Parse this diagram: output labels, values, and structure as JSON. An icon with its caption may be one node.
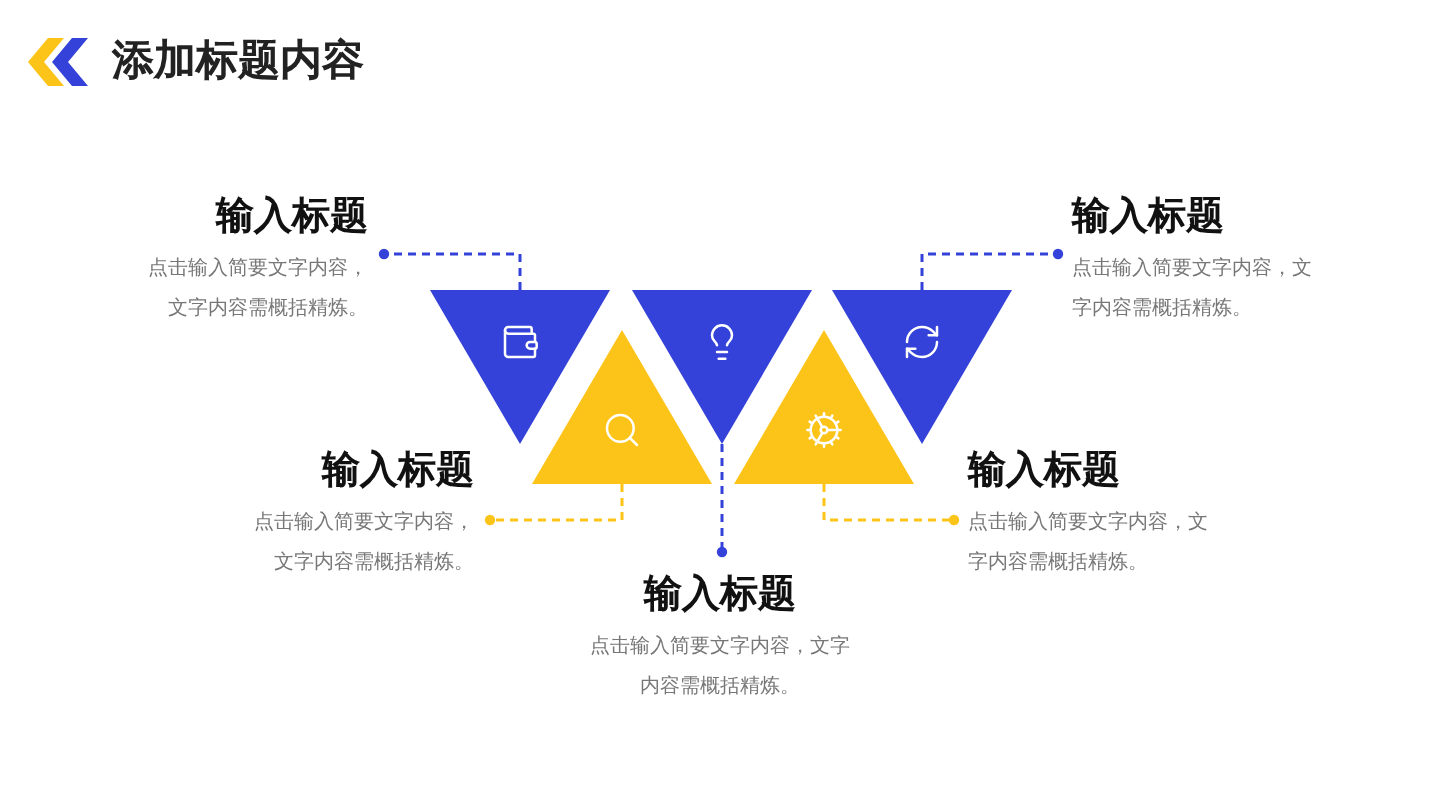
{
  "diagram": {
    "title": "添加标题内容",
    "nodes": [
      {
        "text": [
          "输入标题",
          "点击输入简要文字内容，文字内容需概括精炼。"
        ]
      },
      {
        "text": [
          "输入标题",
          "点击输入简要文字内容，文字内容需概括精炼。"
        ]
      },
      {
        "text": [],
        "shape": "triangle"
      },
      {
        "text": [],
        "shape": "triangle"
      },
      {
        "text": [],
        "shape": "triangle"
      },
      {
        "text": [],
        "shape": "triangle"
      },
      {
        "text": [],
        "shape": "triangle"
      },
      {
        "text": [
          "输入标题",
          "点击输入简要文字内容，文字内容需概括精炼。"
        ]
      },
      {
        "text": [
          "输入标题",
          "点击输入简要文字内容，文字内容需概括精炼。"
        ]
      },
      {
        "text": [
          "输入标题",
          "点击输入简要文字内容，文字内容需概括精炼。"
        ]
      }
    ],
    "edges": [
      {
        "from": 2,
        "to": 0,
        "arrow": "other",
        "style": "dashed"
      },
      {
        "from": 4,
        "to": 1,
        "arrow": "other",
        "style": "dashed"
      },
      {
        "from": 3,
        "to": 9,
        "arrow": "other",
        "style": "dashed"
      },
      {
        "from": 5,
        "to": 7,
        "arrow": "other",
        "style": "dashed",
        "color": "#fcc419"
      },
      {
        "from": 6,
        "to": 8,
        "arrow": "other",
        "style": "dashed",
        "color": "#fcc419"
      }
    ]
  }
}
